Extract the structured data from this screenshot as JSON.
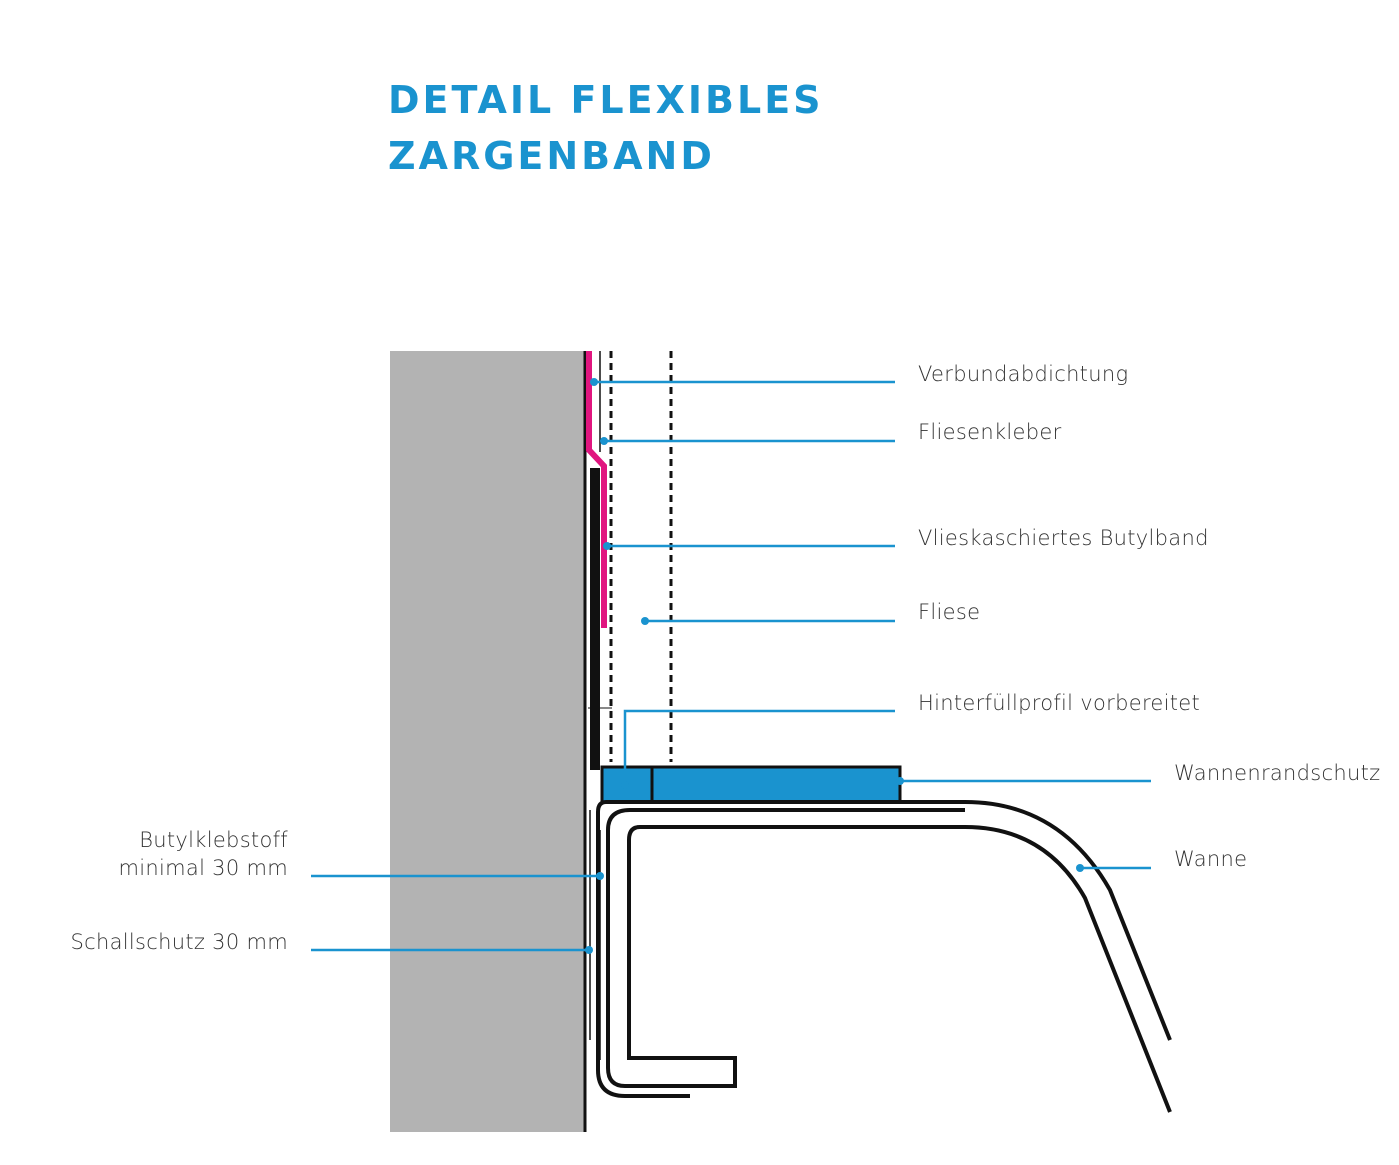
{
  "title": {
    "line1": "DETAIL FLEXIBLES",
    "line2": "ZARGENBAND"
  },
  "labels": {
    "verbundabdichtung": "Verbundabdichtung",
    "fliesenkleber": "Fliesenkleber",
    "butylband": "Vlieskaschiertes Butylband",
    "fliese": "Fliese",
    "hinterfuellprofil": "Hinterfüllprofil vorbereitet",
    "wannenrandschutz": "Wannenrandschutz",
    "wanne": "Wanne",
    "butylklebstoff_line1": "Butylklebstoff",
    "butylklebstoff_line2": "minimal  30 mm",
    "schallschutz": "Schallschutz 30 mm"
  },
  "colors": {
    "accent": "#1a93cf",
    "magenta": "#e0157f",
    "wall": "#b3b3b3",
    "line": "#111111"
  }
}
